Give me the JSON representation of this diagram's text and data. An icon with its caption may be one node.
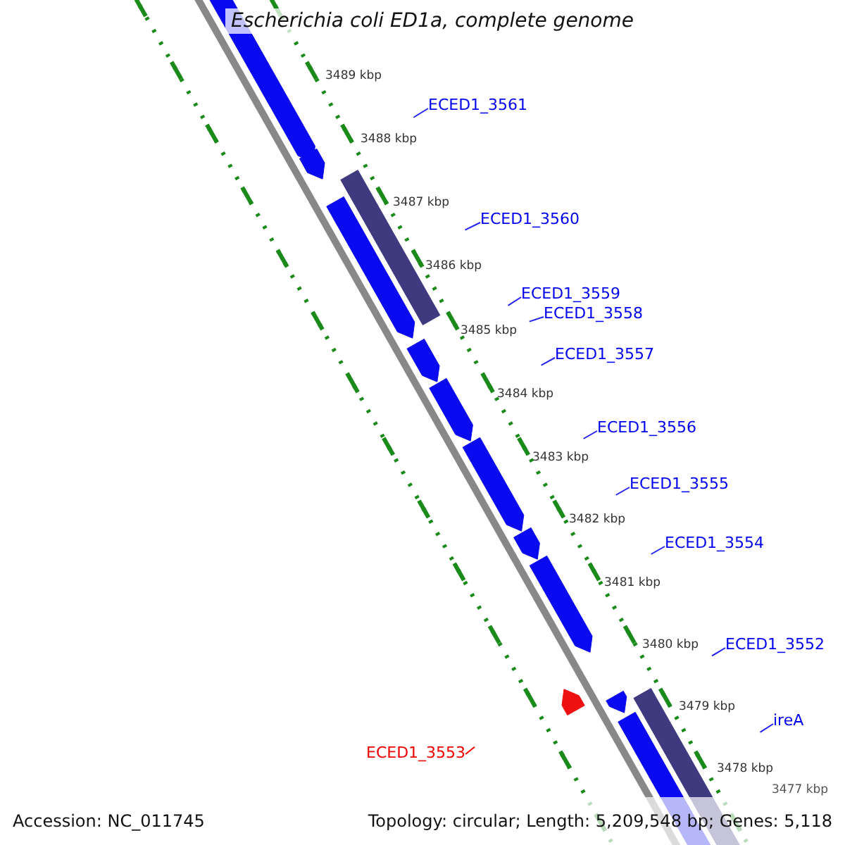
{
  "diagram": {
    "title": "Escherichia coli ED1a, complete genome",
    "nodes": [
      {
        "text": [
          "ECED1_3561"
        ]
      },
      {
        "text": [
          "ECED1_3560"
        ]
      },
      {
        "text": [
          "ECED1_3559"
        ]
      },
      {
        "text": [
          "ECED1_3558"
        ]
      },
      {
        "text": [
          "ECED1_3557"
        ]
      },
      {
        "text": [
          "ECED1_3556"
        ]
      },
      {
        "text": [
          "ECED1_3555"
        ]
      },
      {
        "text": [
          "ECED1_3554"
        ]
      },
      {
        "text": [
          "ECED1_3552"
        ]
      },
      {
        "text": [
          "ireA"
        ]
      },
      {
        "text": [
          "ECED1_3553"
        ]
      }
    ],
    "edges": [
      {
        "from": 0,
        "to": null,
        "arrow": "none"
      },
      {
        "from": 1,
        "to": null,
        "arrow": "none"
      },
      {
        "from": 2,
        "to": null,
        "arrow": "none"
      },
      {
        "from": 3,
        "to": null,
        "arrow": "none"
      },
      {
        "from": 4,
        "to": null,
        "arrow": "none"
      },
      {
        "from": 5,
        "to": null,
        "arrow": "none"
      },
      {
        "from": 6,
        "to": null,
        "arrow": "none"
      },
      {
        "from": 7,
        "to": null,
        "arrow": "none"
      },
      {
        "from": 8,
        "to": null,
        "arrow": "none"
      },
      {
        "from": 9,
        "to": null,
        "arrow": "none"
      },
      {
        "from": 10,
        "to": null,
        "arrow": "none",
        "color": "#ff0000"
      }
    ],
    "labels": [
      "3489 kbp",
      "3488 kbp",
      "3487 kbp",
      "3486 kbp",
      "3485 kbp",
      "3484 kbp",
      "3483 kbp",
      "3482 kbp",
      "3481 kbp",
      "3480 kbp",
      "3479 kbp",
      "3478 kbp",
      "3477 kbp",
      "Accession: NC_011745",
      "Topology: circular; Length: 5,209,548 bp; Genes: 5,118"
    ]
  }
}
